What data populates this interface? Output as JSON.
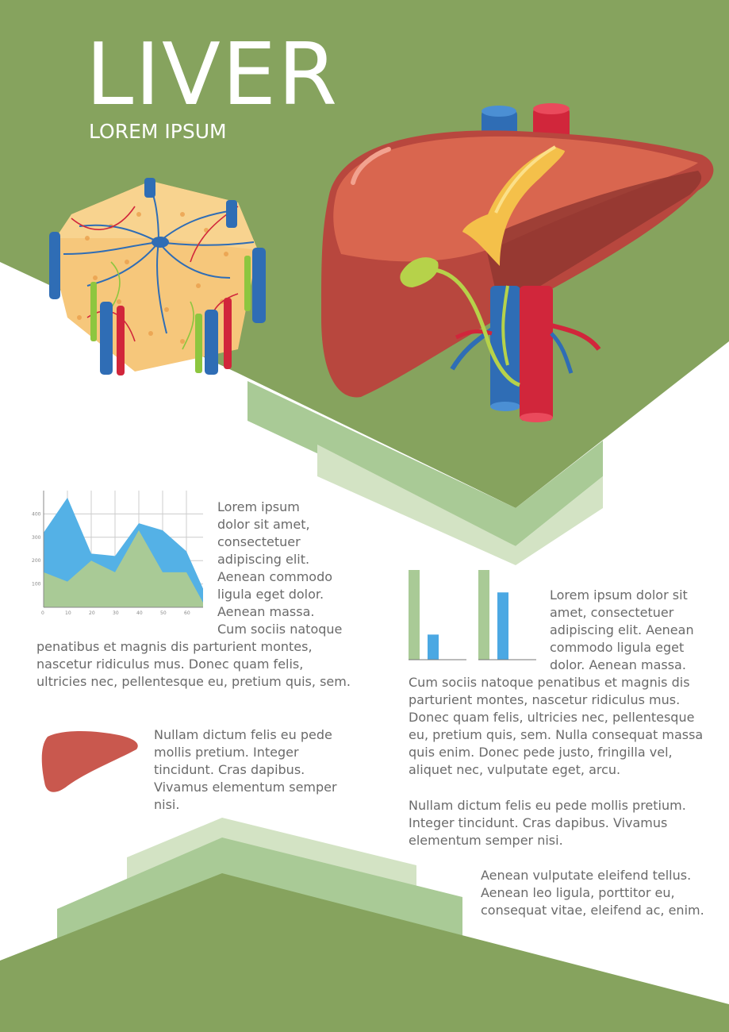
{
  "colors": {
    "green": "#86a35e",
    "light_green": "#a9ca96",
    "pale_green": "#d3e3c4",
    "liver": "#b8473e",
    "liver_light": "#d9664f",
    "vein_blue": "#2f6db5",
    "artery_red": "#d1263b",
    "gallbladder": "#b6d24a",
    "text": "#6a6a6a",
    "bar_green": "#a9ca96",
    "bar_blue": "#4ba8e3",
    "chart_blue": "#54b1e6",
    "chart_green": "#a9ca96",
    "liver_icon": "#c9584e"
  },
  "header": {
    "title": "LIVER",
    "subtitle": "LOREM IPSUM"
  },
  "illustrations": {
    "lobule": "liver-lobule-illustration",
    "liver": "liver-anatomy-illustration",
    "icon": "liver-silhouette-icon"
  },
  "text_blocks": {
    "block1_top": "    Lorem ipsum\ndolor sit amet,\nconsectetuer\nadipiscing elit.\nAenean commodo\nligula eget dolor.\nAenean massa.\nCum sociis natoque",
    "block1_bottom": "penatibus et magnis dis parturient montes,\nnascetur ridiculus mus. Donec quam felis,\nultricies nec, pellentesque eu, pretium quis, sem.",
    "block2_top": "    Lorem ipsum dolor sit\namet, consectetuer\nadipiscing elit. Aenean\ncommodo ligula eget\ndolor. Aenean massa.",
    "block2_bottom": "Cum sociis natoque penatibus et magnis dis\nparturient montes, nascetur ridiculus mus.\nDonec quam felis, ultricies nec, pellentesque\neu, pretium quis, sem. Nulla consequat massa\nquis enim. Donec pede justo, fringilla vel,\naliquet nec, vulputate eget, arcu.",
    "block3": "    Nullam dictum felis eu pede\nmollis pretium. Integer\ntincidunt. Cras dapibus.\nVivamus elementum semper\nnisi.",
    "block4": "    Nullam dictum felis eu pede mollis pretium.\nInteger tincidunt. Cras dapibus. Vivamus\nelementum semper nisi.",
    "block5": "    Aenean vulputate eleifend tellus.\nAenean leo ligula, porttitor eu,\nconsequat vitae, eleifend ac, enim."
  },
  "chart_data": [
    {
      "type": "area",
      "x": [
        0,
        10,
        20,
        30,
        40,
        50,
        60,
        67
      ],
      "xticks": [
        "0",
        "10",
        "20",
        "30",
        "40",
        "50",
        "60"
      ],
      "yticks": [
        "100",
        "200",
        "300",
        "400"
      ],
      "ylim": [
        0,
        500
      ],
      "xlim": [
        0,
        67
      ],
      "grid": true,
      "series": [
        {
          "values": [
            320,
            470,
            230,
            220,
            360,
            330,
            240,
            80
          ]
        },
        {
          "values": [
            150,
            110,
            200,
            150,
            330,
            150,
            150,
            20
          ]
        }
      ]
    },
    {
      "type": "bar",
      "groups": [
        {
          "values": [
            100,
            28
          ]
        },
        {
          "values": [
            100,
            75
          ]
        }
      ],
      "ylim": [
        0,
        100
      ]
    }
  ]
}
